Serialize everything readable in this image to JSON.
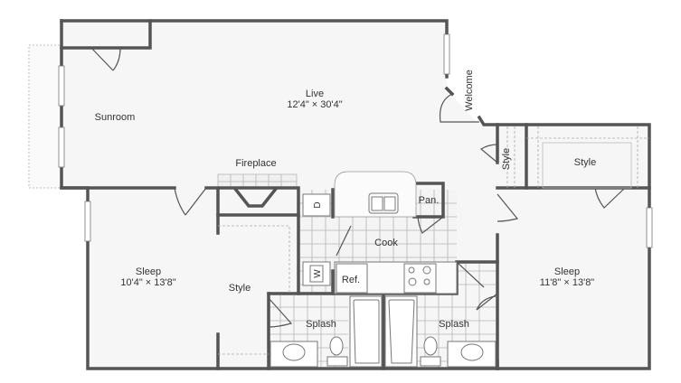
{
  "floorplan": {
    "rooms": [
      {
        "id": "sunroom",
        "label": "Sunroom",
        "dimensions": ""
      },
      {
        "id": "live",
        "label": "Live",
        "dimensions": "12'4\" × 30'4\""
      },
      {
        "id": "welcome",
        "label": "Welcome",
        "dimensions": ""
      },
      {
        "id": "fireplace",
        "label": "Fireplace",
        "dimensions": ""
      },
      {
        "id": "cook",
        "label": "Cook",
        "dimensions": ""
      },
      {
        "id": "pantry",
        "label": "Pan.",
        "dimensions": ""
      },
      {
        "id": "fridge",
        "label": "Ref.",
        "dimensions": ""
      },
      {
        "id": "dryer",
        "label": "D",
        "dimensions": ""
      },
      {
        "id": "washer",
        "label": "W",
        "dimensions": ""
      },
      {
        "id": "sleep1",
        "label": "Sleep",
        "dimensions": "10'4\" × 13'8\""
      },
      {
        "id": "style1",
        "label": "Style",
        "dimensions": ""
      },
      {
        "id": "splash1",
        "label": "Splash",
        "dimensions": ""
      },
      {
        "id": "splash2",
        "label": "Splash",
        "dimensions": ""
      },
      {
        "id": "sleep2",
        "label": "Sleep",
        "dimensions": "11'8\" × 13'8\""
      },
      {
        "id": "style2",
        "label": "Style",
        "dimensions": ""
      },
      {
        "id": "style3",
        "label": "Style",
        "dimensions": ""
      }
    ],
    "colors": {
      "wall": "#555555",
      "floor": "#f6f6f6",
      "tile": "#b5b5b5",
      "background": "#ffffff"
    }
  }
}
